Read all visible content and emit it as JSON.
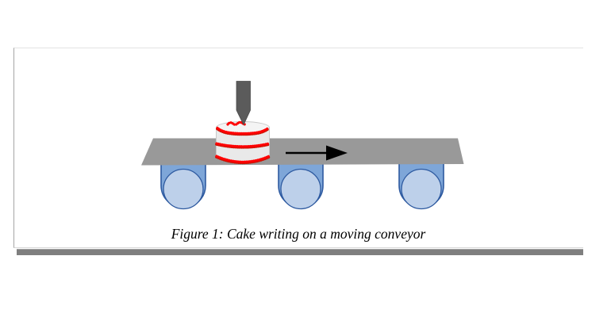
{
  "figure": {
    "caption": "Figure 1: Cake writing on a moving conveyor",
    "number": "Figure 1"
  },
  "diagram": {
    "parts": [
      "piping-nozzle",
      "cake-with-red-icing",
      "conveyor-belt",
      "rollers",
      "direction-arrow"
    ],
    "roller_count": 3,
    "arrow_direction": "right",
    "icing_row_count": 3
  },
  "colors": {
    "page_bg": "#ffffff",
    "panel_bg": "#ffffff",
    "panel_shadow": "#7f7f7f",
    "belt": "#999999",
    "roller_body": "#7ea6d8",
    "roller_face": "#bdd0ea",
    "roller_outline": "#2e5aa0",
    "cake_body": "#e9e9e9",
    "cake_top": "#f4f4f4",
    "cake_outline": "#c9c9c9",
    "icing": "#ff0000",
    "icing_shadow": "#cc1100",
    "nozzle": "#5b5b5b",
    "nozzle_outline": "#4a4a4a",
    "arrow": "#000000",
    "caption_text": "#000000"
  }
}
